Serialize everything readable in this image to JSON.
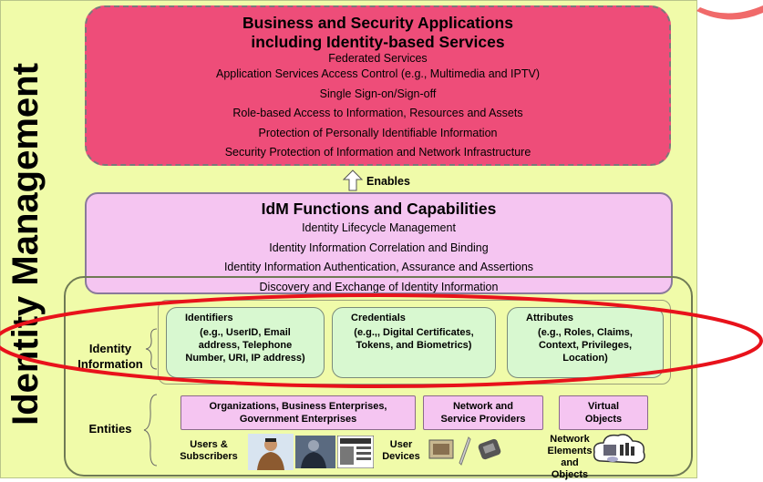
{
  "vertical_title": "Identity Management",
  "apps": {
    "title_line1": "Business and Security Applications",
    "title_line2": "including Identity-based Services",
    "items": [
      "Federated Services",
      "Application Services Access Control (e.g., Multimedia and IPTV)",
      "Single Sign-on/Sign-off",
      "Role-based Access to Information, Resources and Assets",
      "Protection of Personally Identifiable Information",
      "Security Protection of Information and Network Infrastructure"
    ]
  },
  "enables": "Enables",
  "idm": {
    "title": "IdM Functions and Capabilities",
    "items": [
      "Identity Lifecycle Management",
      "Identity Information Correlation and Binding",
      "Identity Information Authentication, Assurance and Assertions",
      "Discovery and Exchange of Identity Information"
    ]
  },
  "identity_information": {
    "label_line1": "Identity",
    "label_line2": "Information",
    "cards": [
      {
        "title": "Identifiers",
        "line1": "(e.g., UserID, Email",
        "line2": "address, Telephone",
        "line3": "Number, URI, IP address)"
      },
      {
        "title": "Credentials",
        "line1": "(e.g.,, Digital Certificates,",
        "line2": "Tokens,  and Biometrics)",
        "line3": ""
      },
      {
        "title": "Attributes",
        "line1": "(e.g., Roles, Claims,",
        "line2": "Context, Privileges,",
        "line3": "Location)"
      }
    ]
  },
  "entities": {
    "label": "Entities",
    "boxes": [
      {
        "line1": "Organizations, Business Enterprises,",
        "line2": "Government Enterprises"
      },
      {
        "line1": "Network and",
        "line2": "Service Providers"
      },
      {
        "line1": "Virtual",
        "line2": "Objects"
      }
    ],
    "users_line1": "Users &",
    "users_line2": "Subscribers",
    "devices_line1": "User",
    "devices_line2": "Devices",
    "network_line1": "Network",
    "network_line2": "Elements and",
    "network_line3": "Objects"
  },
  "colors": {
    "background": "#f0fba9",
    "apps_fill": "#ee4d79",
    "idm_fill": "#f5c5f1",
    "card_fill": "#d8f8d0",
    "highlight": "#e8121b"
  }
}
